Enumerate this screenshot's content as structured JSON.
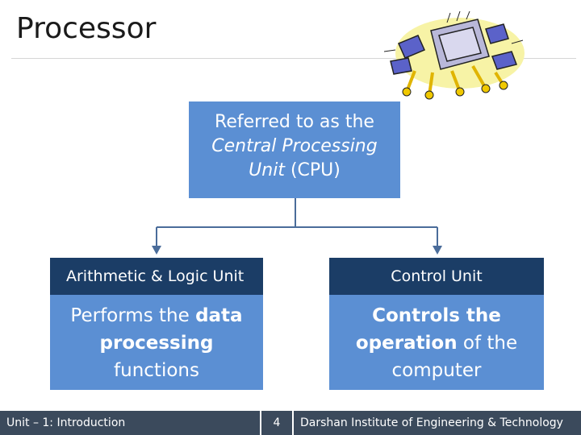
{
  "slide": {
    "title": "Processor"
  },
  "cpu": {
    "line1": "Referred to as the",
    "line2": "Central Processing",
    "line3_em": "Unit",
    "line3_rest": " (CPU)"
  },
  "alu": {
    "header": "Arithmetic & Logic Unit",
    "body_pre": "Performs the ",
    "body_bold1": "data",
    "body_bold2": "processing",
    "body_post": "functions"
  },
  "control_unit": {
    "header": "Control Unit",
    "body_bold1": "Controls the",
    "body_bold2": "operation",
    "body_mid": " of the",
    "body_post": "computer"
  },
  "footer": {
    "left": "Unit – 1: Introduction",
    "page": "4",
    "right": "Darshan Institute of Engineering & Technology"
  },
  "colors": {
    "box_blue": "#5b8fd3",
    "header_navy": "#1b3d66",
    "footer_gray": "#3b4a5c",
    "connector": "#4a6c9a"
  }
}
